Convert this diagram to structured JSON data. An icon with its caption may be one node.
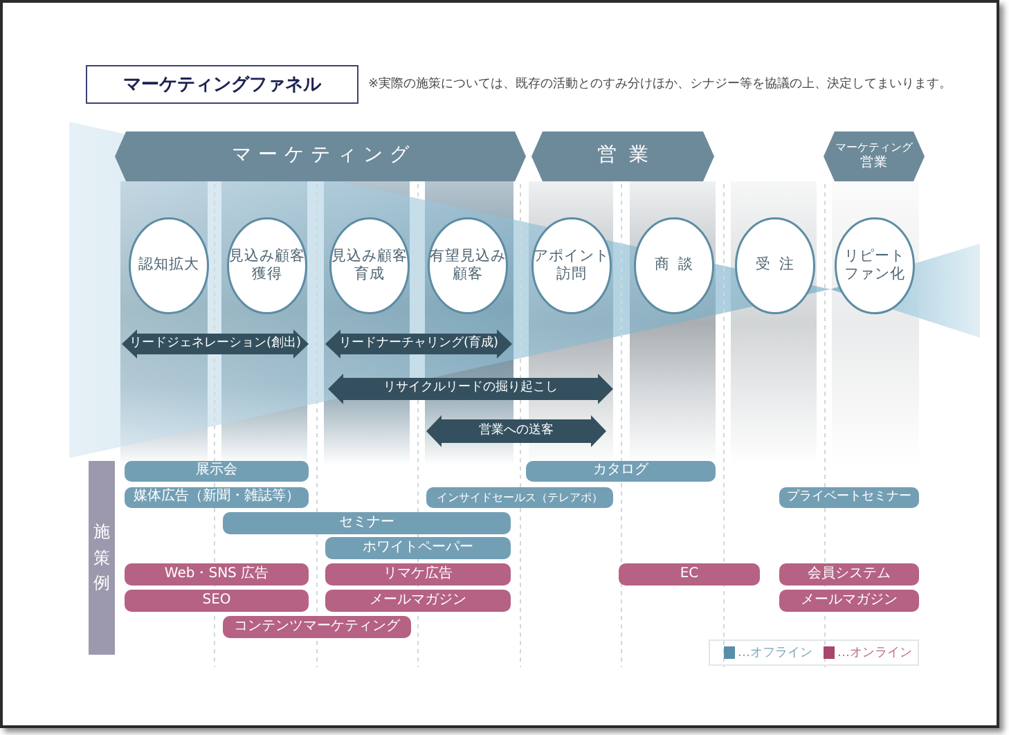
{
  "diagram": {
    "title": "マーケティングファネル",
    "nodes": [
      {
        "text": [
          "マーケティング"
        ]
      },
      {
        "text": [
          "営業"
        ]
      },
      {
        "text": [
          "マーケティング",
          "営業"
        ]
      },
      {
        "text": [
          "認知拡大"
        ]
      },
      {
        "text": [
          "見込み顧客獲得"
        ]
      },
      {
        "text": [
          "見込み顧客育成"
        ]
      },
      {
        "text": [
          "有望見込み顧客"
        ]
      },
      {
        "text": [
          "アポイント訪問"
        ]
      },
      {
        "text": [
          "商談"
        ]
      },
      {
        "text": [
          "受注"
        ]
      },
      {
        "text": [
          "リピートファン化"
        ]
      },
      {
        "text": [
          "リードジェネレーション(創出)"
        ]
      },
      {
        "text": [
          "リードナーチャリング(育成)"
        ]
      },
      {
        "text": [
          "リサイクルリードの掘り起こし"
        ]
      },
      {
        "text": [
          "営業への送客"
        ]
      },
      {
        "text": [
          "施策例"
        ]
      },
      {
        "text": [
          "展示会"
        ]
      },
      {
        "text": [
          "カタログ"
        ]
      },
      {
        "text": [
          "媒体広告（新聞・雑誌等）"
        ]
      },
      {
        "text": [
          "インサイドセールス（テレアポ）"
        ]
      },
      {
        "text": [
          "プライベートセミナー"
        ]
      },
      {
        "text": [
          "セミナー"
        ]
      },
      {
        "text": [
          "ホワイトペーパー"
        ]
      },
      {
        "text": [
          "Web・SNS 広告"
        ]
      },
      {
        "text": [
          "リマケ広告"
        ]
      },
      {
        "text": [
          "EC"
        ]
      },
      {
        "text": [
          "会員システム"
        ]
      },
      {
        "text": [
          "SEO"
        ]
      },
      {
        "text": [
          "メールマガジン"
        ]
      },
      {
        "text": [
          "メールマガジン"
        ]
      },
      {
        "text": [
          "コンテンツマーケティング"
        ]
      }
    ],
    "labels": [
      "※実際の施策については、既存の活動とのすみ分けほか、シナジー等を協議の上、決定してまいります。"
    ],
    "legend": [
      {
        "text": "…オフライン",
        "color": "#5a8ea8"
      },
      {
        "text": "…オンライン",
        "color": "#a8466e"
      }
    ]
  }
}
